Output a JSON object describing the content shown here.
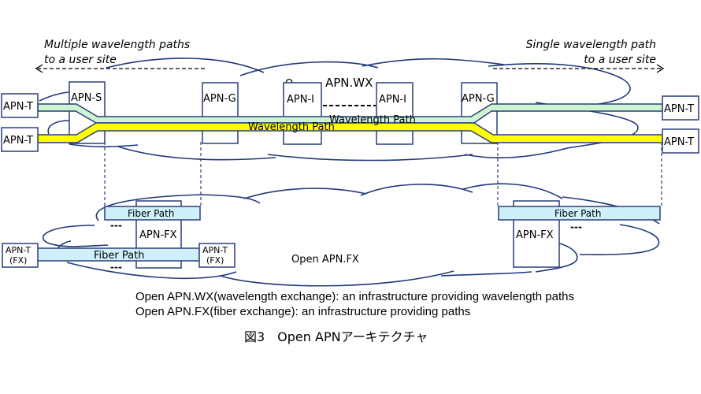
{
  "annotations": {
    "multiple_paths_line1": "Multiple wavelength paths",
    "multiple_paths_line2": "to a user site",
    "single_path_line1": "Single wavelength path",
    "single_path_line2": "to a user site"
  },
  "wx_network": {
    "label_prefix": "O",
    "label": "APN.WX",
    "nodes": {
      "apn_t_top_left": "APN-T",
      "apn_t_bottom_left": "APN-T",
      "apn_s": "APN-S",
      "apn_g_left": "APN-G",
      "apn_i_left": "APN-I",
      "apn_i_right": "APN-I",
      "apn_g_right": "APN-G",
      "apn_t_top_right": "APN-T",
      "apn_t_bottom_right": "APN-T"
    },
    "paths": {
      "green_label": "Wavelength Path",
      "yellow_label": "Wavelength Path"
    },
    "colors": {
      "green_path": "#ccf5d0",
      "yellow_path": "#ffff00",
      "outline": "#2b3f7a"
    }
  },
  "fx_network": {
    "label": "Open APN.FX",
    "nodes": {
      "apn_fx_left": "APN-FX",
      "apn_fx_right": "APN-FX",
      "apn_t_fx_left_line1": "APN-T",
      "apn_t_fx_left_line2": "(FX)",
      "apn_t_fx_right_line1": "APN-T",
      "apn_t_fx_right_line2": "(FX)"
    },
    "paths": {
      "fiber_left_top": "Fiber Path",
      "fiber_left_bottom": "Fiber Path",
      "fiber_right": "Fiber Path"
    },
    "ellipsis": "---",
    "colors": {
      "fiber_path": "#cfeffa"
    }
  },
  "legend": {
    "line1": "Open APN.WX(wavelength exchange): an infrastructure providing wavelength paths",
    "line2": "Open APN.FX(fiber exchange): an infrastructure providing  paths"
  },
  "figure_caption": "図3　Open APNアーキテクチャ"
}
